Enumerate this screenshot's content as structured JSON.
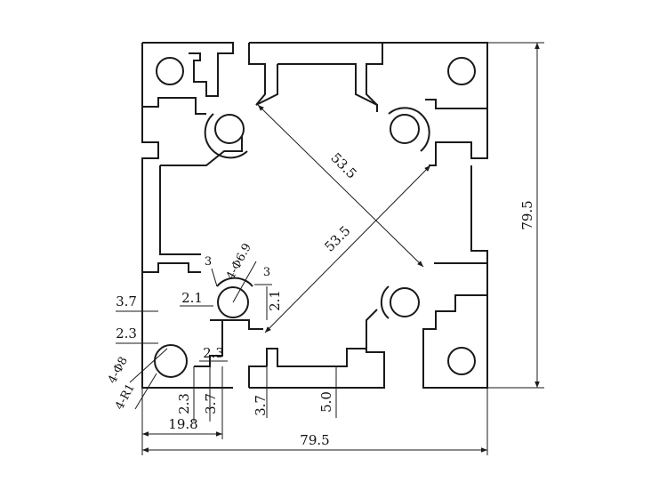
{
  "dimensions": {
    "overall_width": "79.5",
    "overall_height": "79.5",
    "diagonal_1": "53.5",
    "diagonal_2": "53.5",
    "center_hole": "4-Φ6.9",
    "corner_hole": "4-Φ8",
    "fillet": "4-R1",
    "slot_3_left": "3",
    "slot_3_right": "3",
    "depth_2_1_left": "2.1",
    "depth_2_1_right": "2.1",
    "wall_3_7_left": "3.7",
    "wall_2_3_left": "2.3",
    "wall_2_3_hole": "2.3",
    "bottom_2_3": "2.3",
    "bottom_3_7": "3.7",
    "slot_offset": "19.8",
    "bottom_wall_3_7": "3.7",
    "slot_width": "5.0"
  }
}
